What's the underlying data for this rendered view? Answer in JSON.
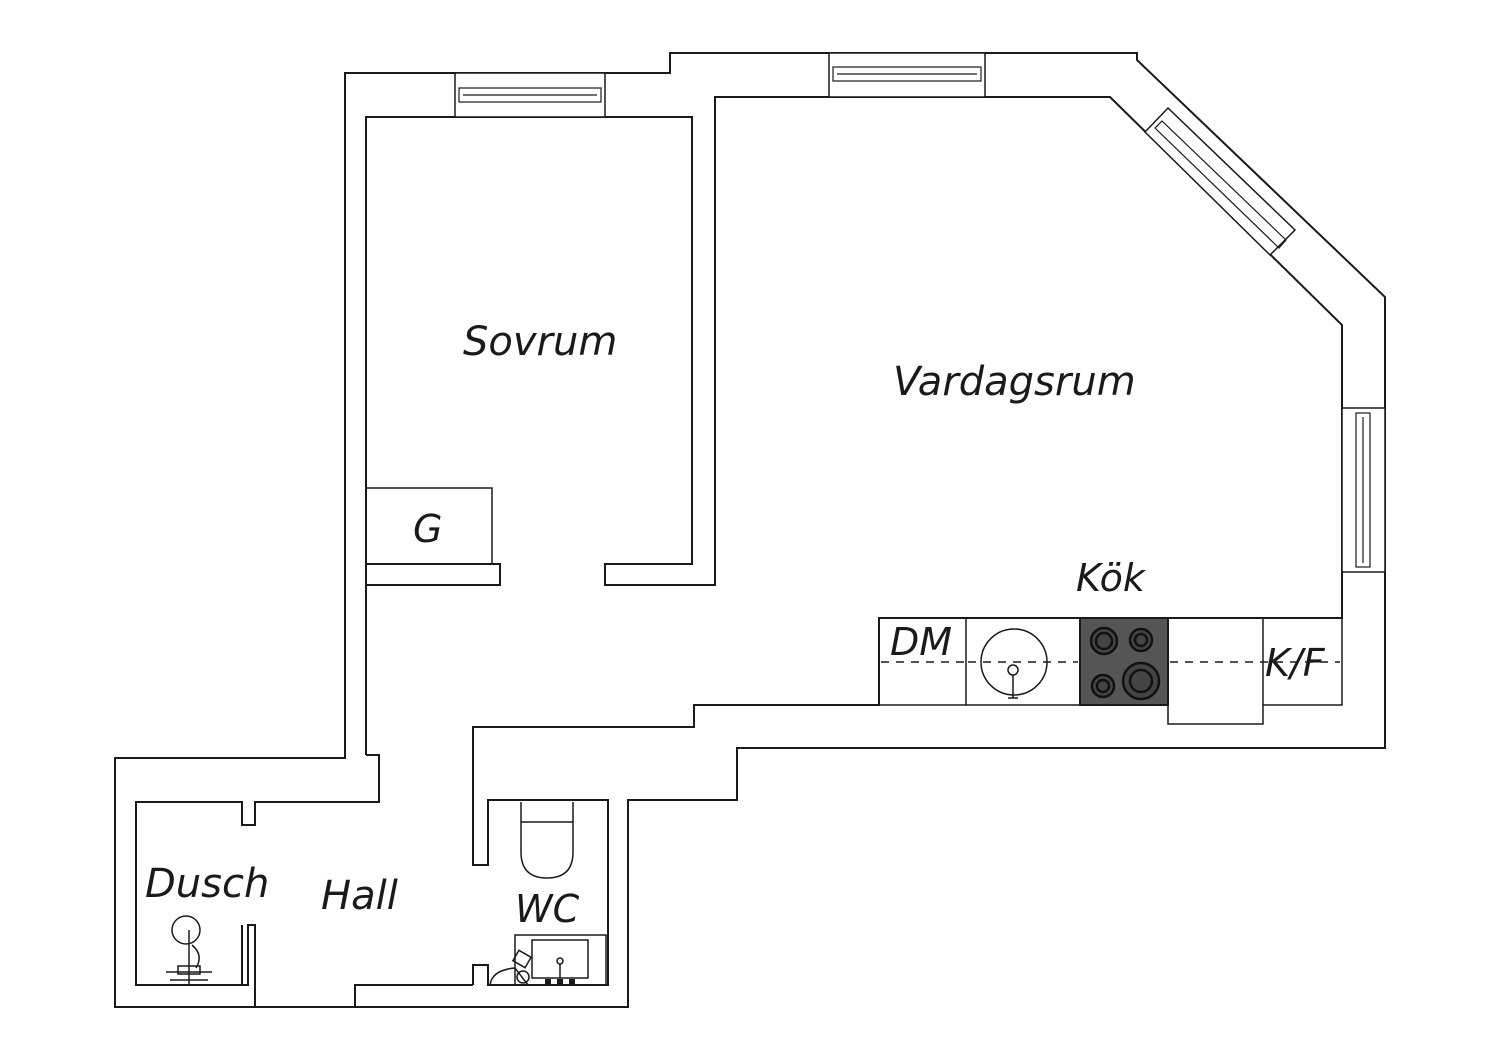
{
  "rooms": {
    "bedroom": "Sovrum",
    "living_room": "Vardagsrum",
    "kitchen": "Kök",
    "hall": "Hall",
    "shower": "Dusch",
    "wc": "WC",
    "wardrobe": "G",
    "dishwasher": "DM",
    "fridge_freezer": "K/F"
  }
}
